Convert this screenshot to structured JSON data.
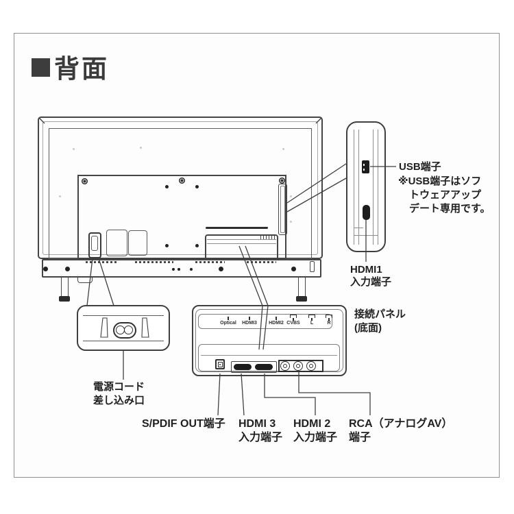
{
  "colors": {
    "line": "#4a4a4a",
    "text": "#1f1f1f",
    "frame_border": "#8f8f8f"
  },
  "title": {
    "text": "背面"
  },
  "side_panel_detail": {
    "usb_label": "USB端子",
    "usb_note": [
      "※USB端子はソフ",
      "トウェアアップ",
      "デート専用です。"
    ],
    "hdmi1_label": [
      "HDMI1",
      "入力端子"
    ]
  },
  "connection_panel_detail": {
    "caption": [
      "接続パネル",
      "(底面)"
    ],
    "port_labels": [
      "Optical",
      "HDMI3",
      "HDMI2",
      "CVBS",
      "L",
      "R"
    ]
  },
  "power_detail": {
    "caption": [
      "電源コード",
      "差し込み口"
    ]
  },
  "bottom_labels": {
    "spdif": "S/PDIF OUT端子",
    "hdmi3": [
      "HDMI 3",
      "入力端子"
    ],
    "hdmi2": [
      "HDMI 2",
      "入力端子"
    ],
    "rca": [
      "RCA（アナログAV）",
      "端子"
    ]
  }
}
